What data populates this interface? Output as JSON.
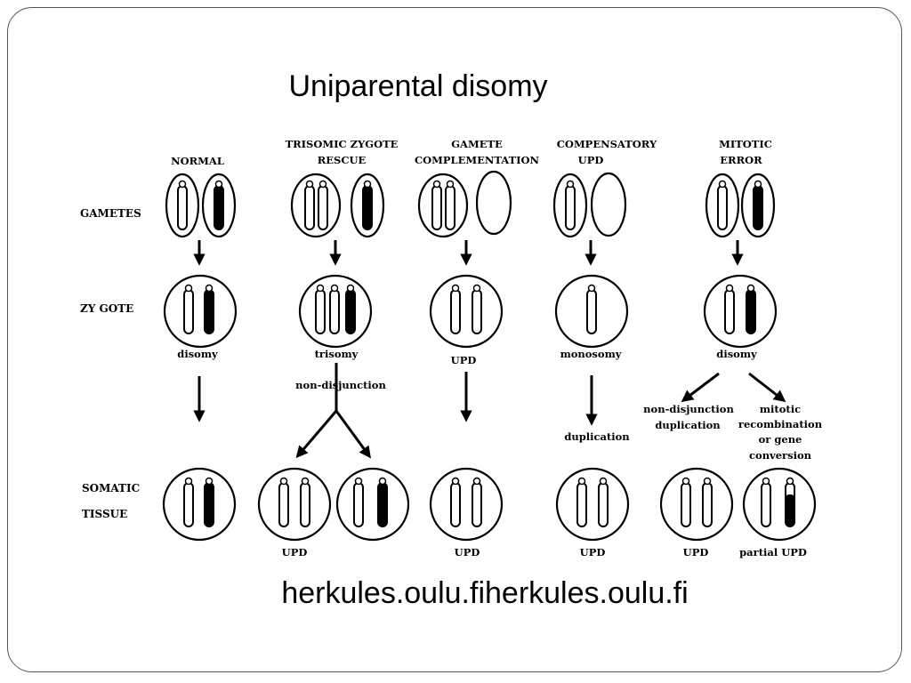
{
  "title": "Uniparental disomy",
  "source": "herkules.oulu.fiherkules.oulu.fi",
  "row_labels": {
    "gametes": "GAMETES",
    "zygote": "ZY GOTE",
    "somatic_1": "SOMATIC",
    "somatic_2": "TISSUE"
  },
  "columns": {
    "normal": {
      "header": [
        "NORMAL"
      ],
      "zygote_label": "disomy"
    },
    "trisomic": {
      "header": [
        "TRISOMIC ZYGOTE",
        "RESCUE"
      ],
      "zygote_label": "trisomy",
      "process": "non-disjunction",
      "result": "UPD"
    },
    "gamete_complementation": {
      "header": [
        "GAMETE",
        "COMPLEMENTATION"
      ],
      "zygote_label": "UPD",
      "result": "UPD"
    },
    "compensatory": {
      "header": [
        "COMPENSATORY",
        "UPD"
      ],
      "zygote_label": "monosomy",
      "process": "duplication",
      "result": "UPD"
    },
    "mitotic": {
      "header": [
        "MITOTIC",
        "ERROR"
      ],
      "zygote_label": "disomy",
      "process_left": [
        "non-disjunction",
        "duplication"
      ],
      "process_right": [
        "mitotic",
        "recombination",
        "or gene",
        "conversion"
      ],
      "result_left": "UPD",
      "result_right": "partial UPD"
    }
  },
  "colors": {
    "ink": "#000000",
    "frame": "#555555",
    "background": "#ffffff"
  }
}
